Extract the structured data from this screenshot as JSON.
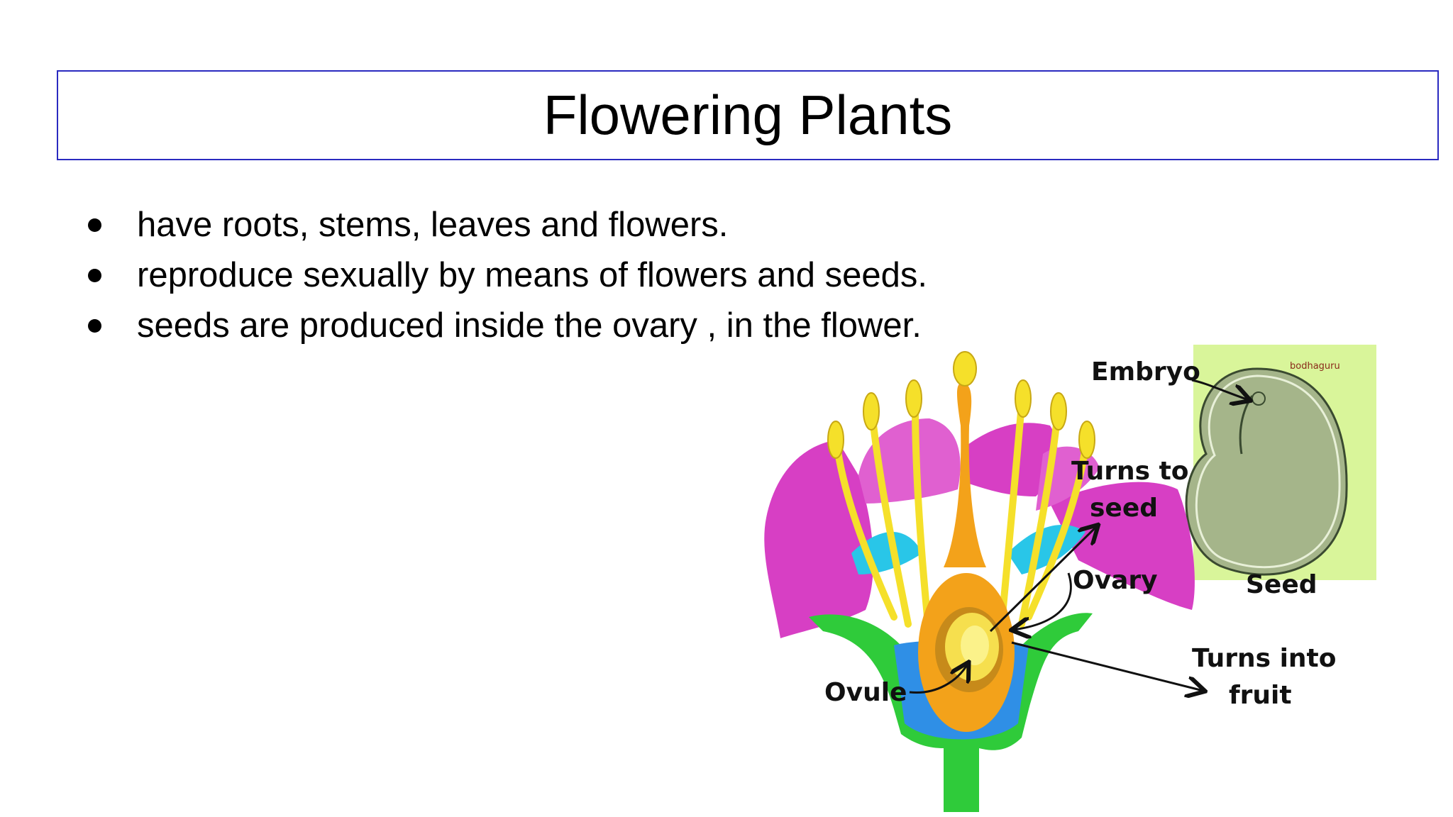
{
  "slide": {
    "title": "Flowering Plants",
    "bullets": [
      "have roots, stems, leaves and flowers.",
      "reproduce sexually by means of flowers and seeds.",
      "seeds are produced inside the ovary , in the flower."
    ]
  },
  "diagram": {
    "labels": {
      "embryo": "Embryo",
      "turns_to_seed_line1": "Turns to",
      "turns_to_seed_line2": "seed",
      "ovary": "Ovary",
      "seed": "Seed",
      "turns_into_fruit_line1": "Turns into",
      "turns_into_fruit_line2": "fruit",
      "ovule": "Ovule"
    },
    "watermark": "bodhaguru",
    "colors": {
      "petal": "#d73fc4",
      "petal_light": "#e060d0",
      "stem": "#2fcb3a",
      "receptacle": "#2f8fe6",
      "sepal_cyan": "#29c6e8",
      "style_orange": "#f3a21a",
      "ovary_yellow": "#f6df4e",
      "filament": "#f5e02a",
      "seed_bg": "#d9f59a",
      "seed_fill": "#a5b58a",
      "title_border": "#2a2ac0"
    }
  }
}
